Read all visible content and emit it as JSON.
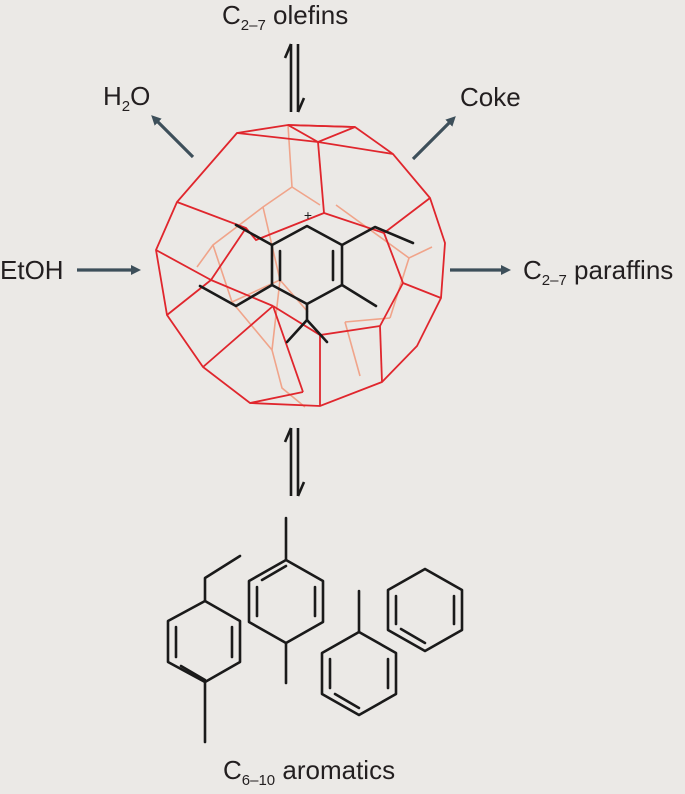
{
  "labels": {
    "olefins": {
      "prefix": "C",
      "sub": "2–7",
      "suffix": " olefins"
    },
    "water": {
      "prefix": "H",
      "sub": "2",
      "suffix": "O"
    },
    "coke": {
      "text": "Coke"
    },
    "etoh": {
      "text": "EtOH"
    },
    "paraffins": {
      "prefix": "C",
      "sub": "2–7",
      "suffix": " paraffins"
    },
    "aromatics": {
      "prefix": "C",
      "sub": "6–10",
      "suffix": " aromatics"
    }
  },
  "charge_symbol": "+",
  "colors": {
    "background": "#ebe9e6",
    "cage_front": "#e0262d",
    "cage_back": "#f0a48a",
    "arrow": "#3d4f5a",
    "molecule": "#1a1a1a",
    "text": "#231f20"
  }
}
